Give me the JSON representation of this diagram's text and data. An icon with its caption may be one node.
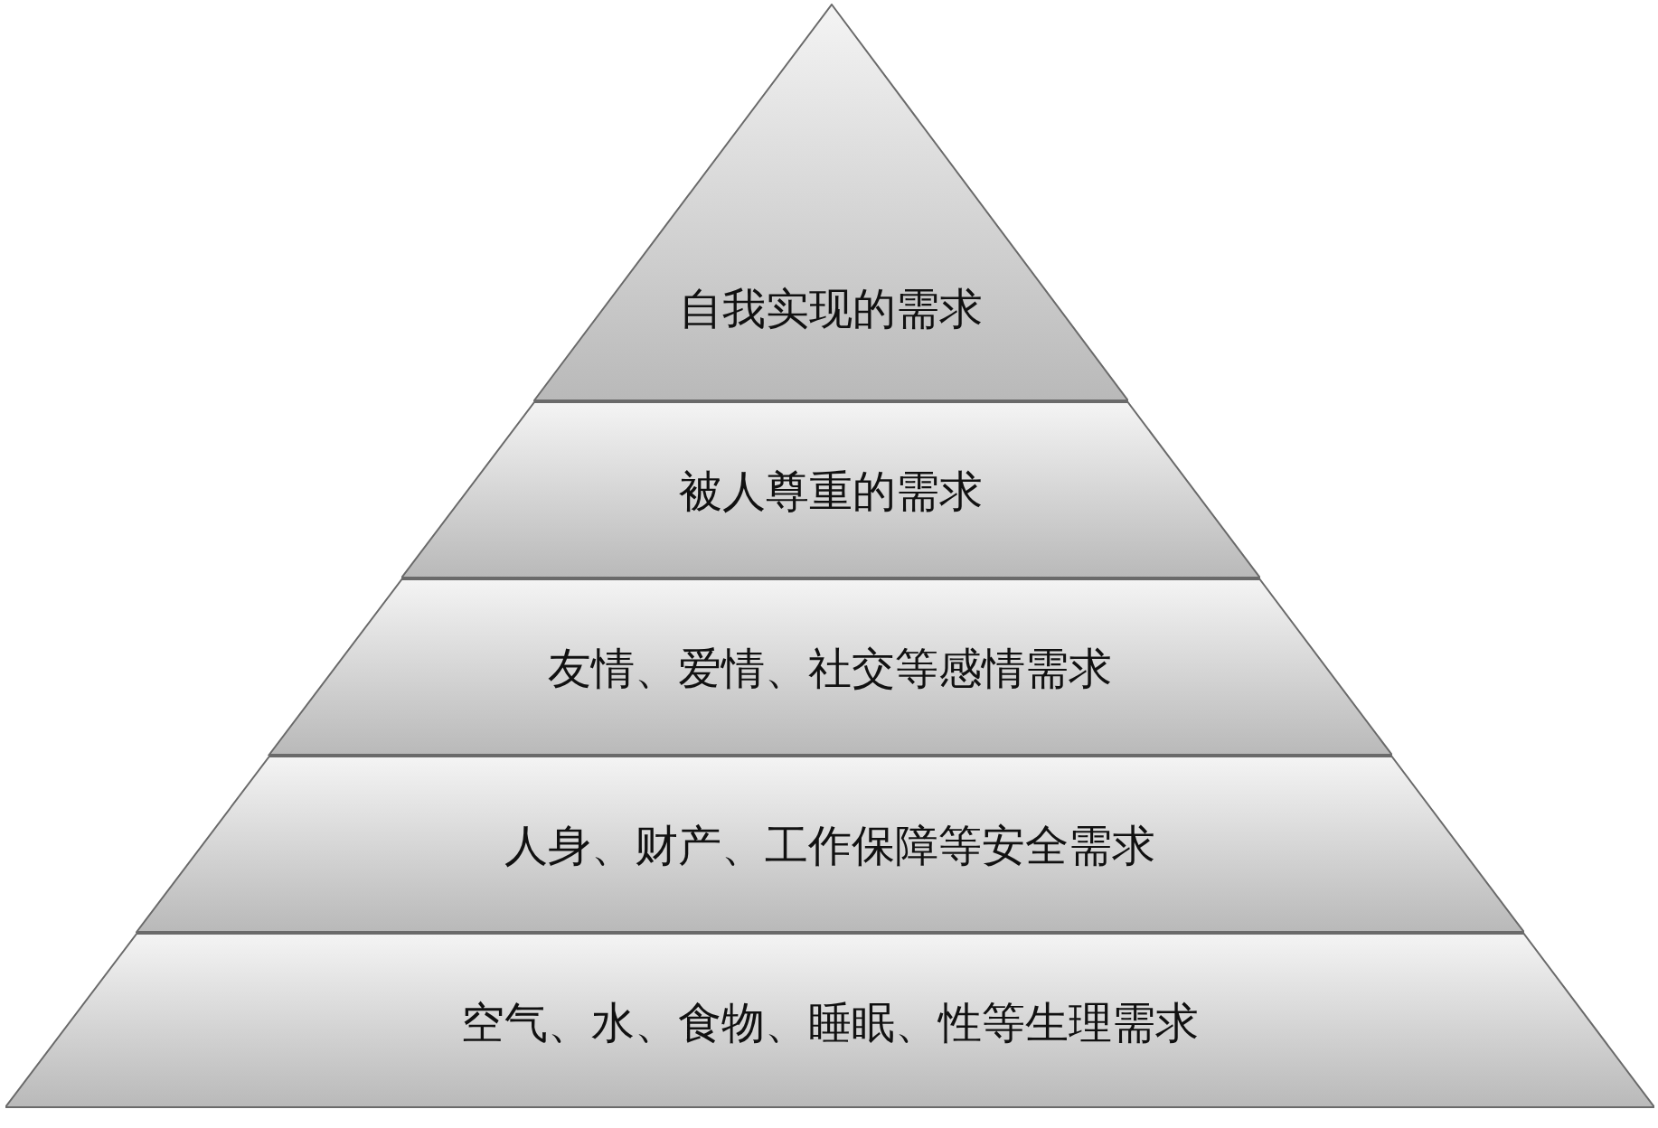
{
  "diagram": {
    "nodes": [
      {
        "text": [
          "自我实现的需求"
        ]
      },
      {
        "text": [
          "被人尊重的需求"
        ]
      },
      {
        "text": [
          "友情、爱情、社交等感情需求"
        ]
      },
      {
        "text": [
          "人身、财产、工作保障等安全需求"
        ]
      },
      {
        "text": [
          "空气、水、食物、睡眠、性等生理需求"
        ]
      }
    ]
  }
}
